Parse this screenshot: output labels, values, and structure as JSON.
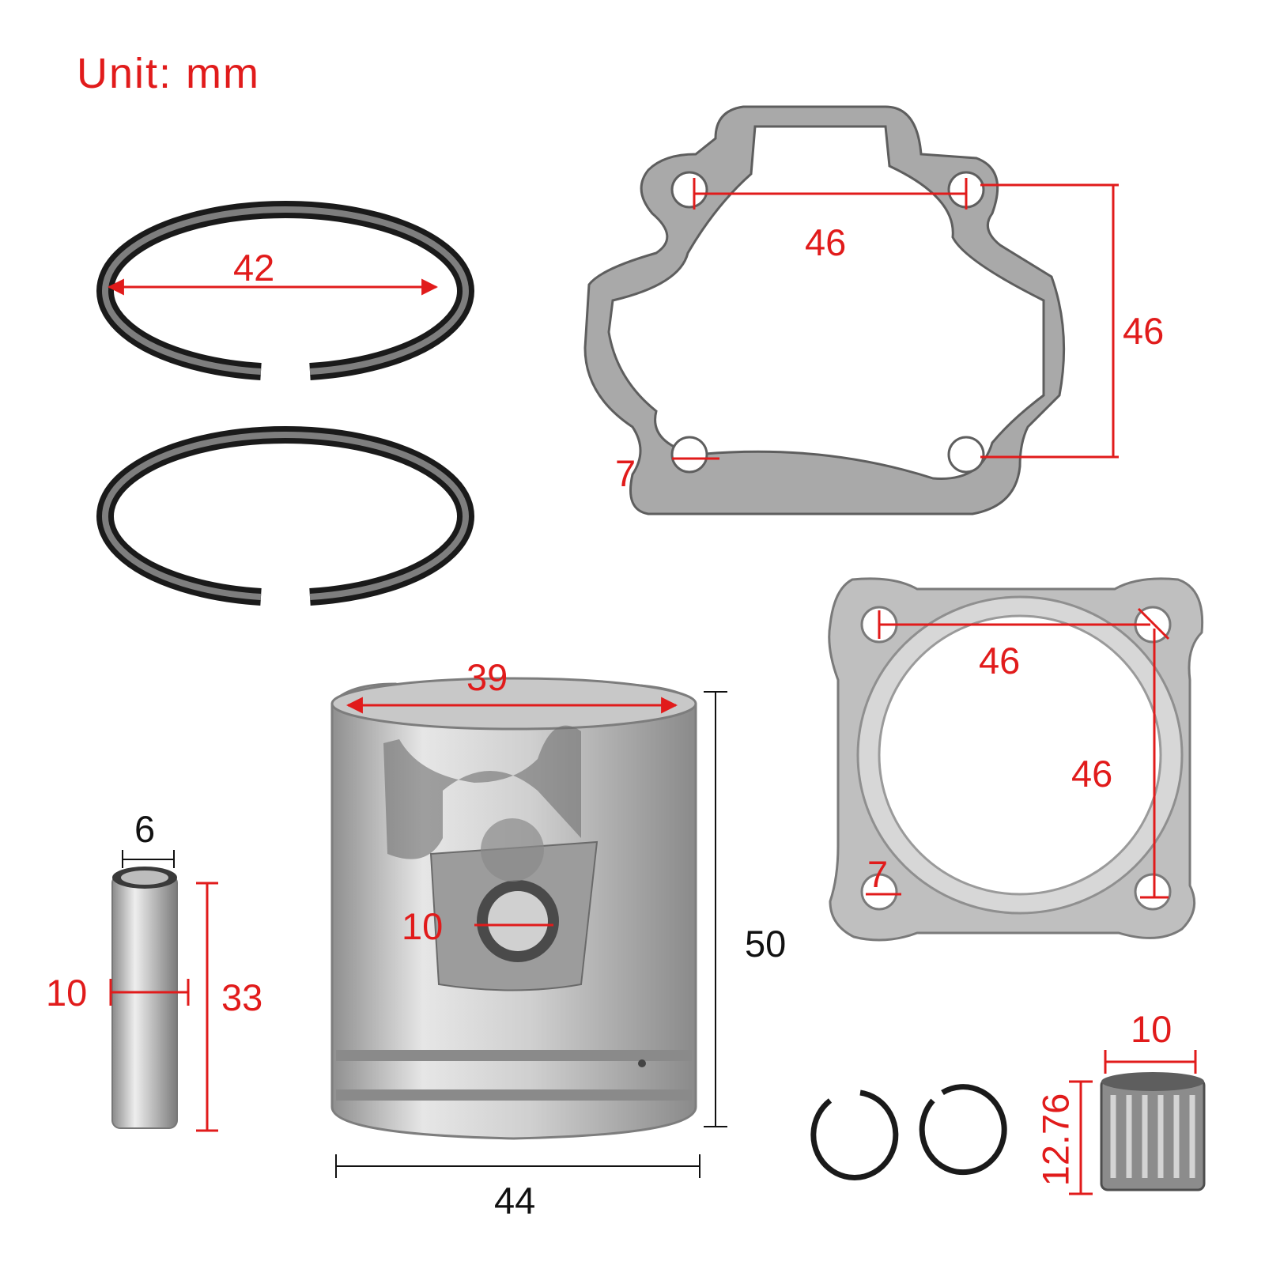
{
  "unit_label": "Unit: mm",
  "dimensions": {
    "piston_ring_diameter": "42",
    "base_gasket_hole_span": "46",
    "base_gasket_hole_span_vertical": "46",
    "base_gasket_hole_diameter": "7",
    "head_gasket_hole_span": "46",
    "head_gasket_hole_span_vertical": "46",
    "head_gasket_hole_diameter": "7",
    "piston_top_width": "39",
    "piston_pin_bore": "10",
    "piston_height": "50",
    "piston_diameter": "44",
    "pin_inner_diameter": "6",
    "pin_outer_diameter": "10",
    "pin_length": "33",
    "bearing_width": "10",
    "bearing_length": "12.76"
  },
  "colors": {
    "dimension_red": "#e11b1b",
    "dimension_black": "#111111",
    "metal_light": "#d9d9d9",
    "gasket_gray": "#a9a9a9",
    "ring_dark": "#2a2a2a"
  }
}
